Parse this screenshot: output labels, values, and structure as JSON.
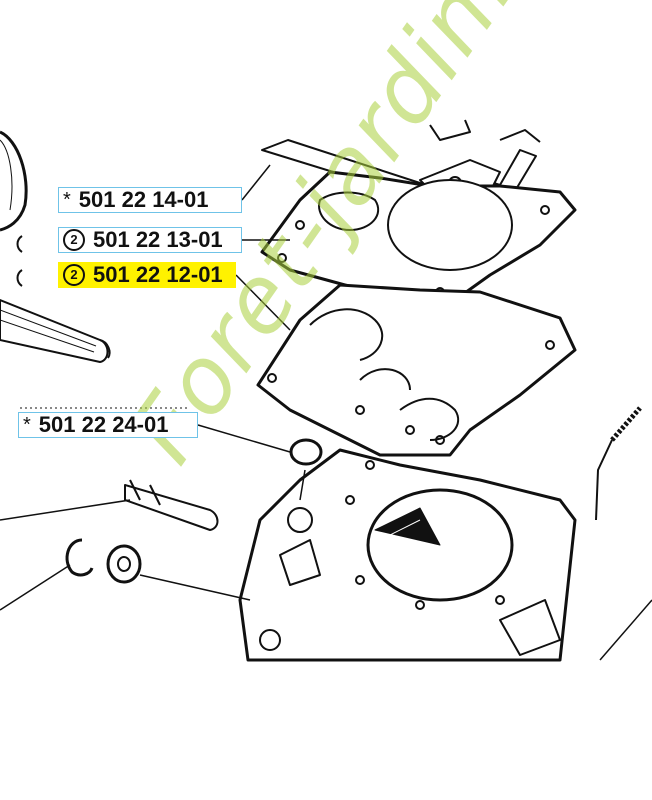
{
  "labels": [
    {
      "marker": "*",
      "part_number": "501 22 14-01",
      "highlighted": false
    },
    {
      "marker": "2",
      "part_number": "501 22 13-01",
      "highlighted": false
    },
    {
      "marker": "2",
      "part_number": "501 22 12-01",
      "highlighted": true
    },
    {
      "marker": "*",
      "part_number": "501 22 24-01",
      "highlighted": false
    }
  ],
  "watermark": "Foret-jardin.com",
  "colors": {
    "label_border": "#6fc3e8",
    "highlight": "#fff200",
    "watermark": "#aad03c",
    "line": "#111111"
  }
}
